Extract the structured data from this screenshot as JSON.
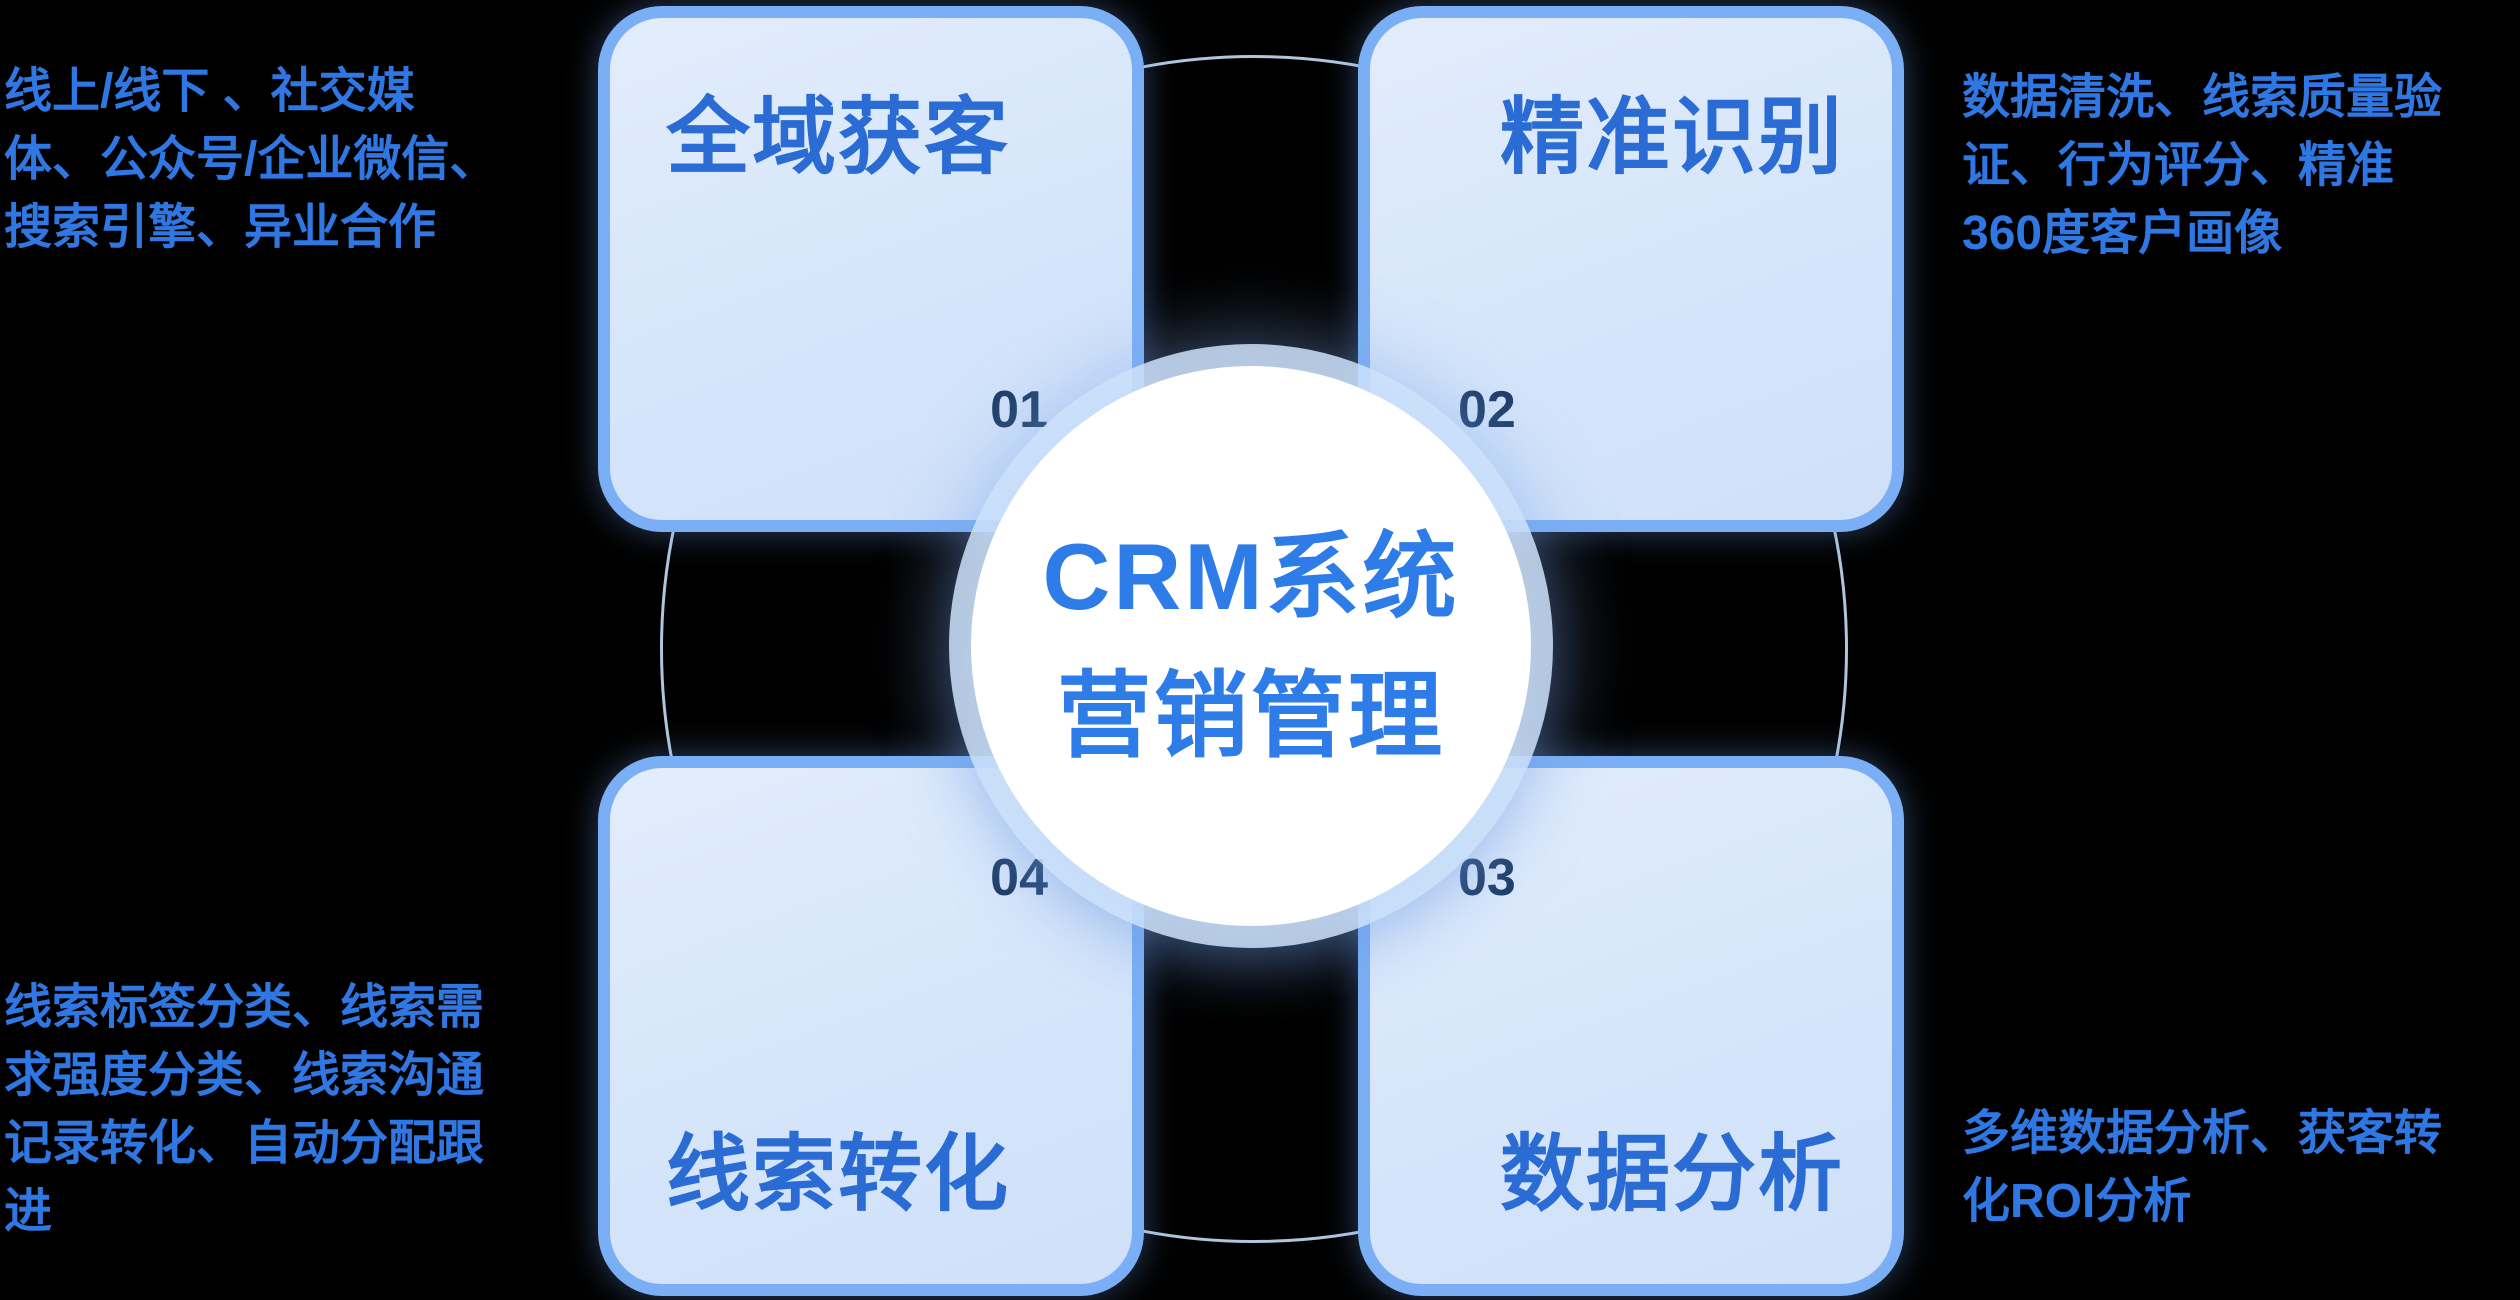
{
  "theme": {
    "background_color": "#000000",
    "card_fill": "#d7e6fb",
    "card_border": "#7baff5",
    "title_color": "#2b6cd4",
    "number_color": "#1d3c66",
    "note_color": "#2f77e2",
    "center_text_color": "#2e7ce8"
  },
  "center": {
    "line1": "CRM系统",
    "line2": "营销管理"
  },
  "quadrants": [
    {
      "position": "top-left",
      "title": "全域获客",
      "number": "01",
      "note": "线上/线下 、社交媒\n体、公众号/企业微信、\n搜索引擎、异业合作"
    },
    {
      "position": "top-right",
      "title": "精准识别",
      "number": "02",
      "note": "数据清洗、线索质量验\n证、行为评分、精准\n360度客户画像"
    },
    {
      "position": "bottom-right",
      "title": "数据分析",
      "number": "03",
      "note": "多维数据分析、获客转\n化ROI分析"
    },
    {
      "position": "bottom-left",
      "title": "线索转化",
      "number": "04",
      "note": "线索标签分类、线索需\n求强度分类、线索沟通\n记录转化、自动分配跟\n进"
    }
  ]
}
